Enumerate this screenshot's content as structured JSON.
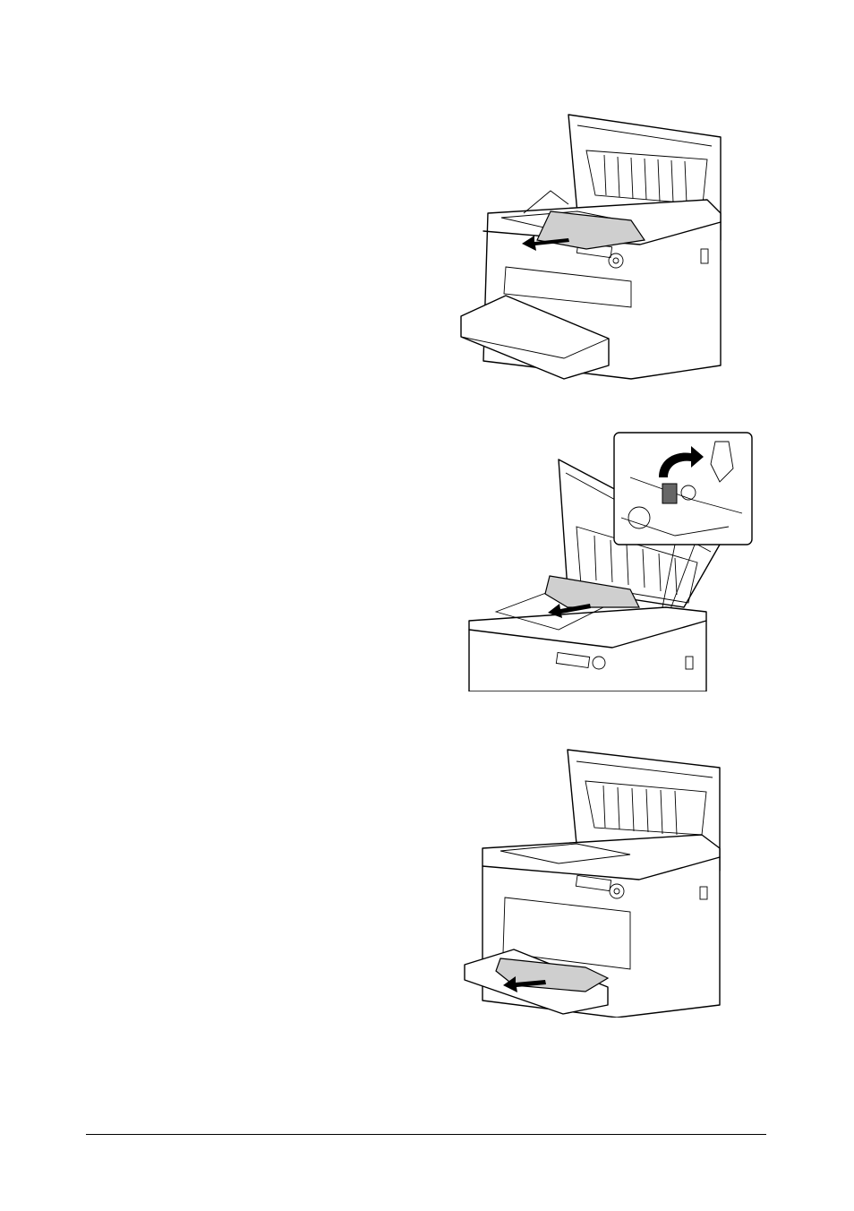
{
  "page": {
    "figures": [
      {
        "icon": "printer-remove-jammed-paper-top-illustration"
      },
      {
        "icon": "printer-fuser-lever-release-illustration"
      },
      {
        "icon": "printer-remove-paper-from-tray-illustration"
      }
    ],
    "footer": {}
  }
}
